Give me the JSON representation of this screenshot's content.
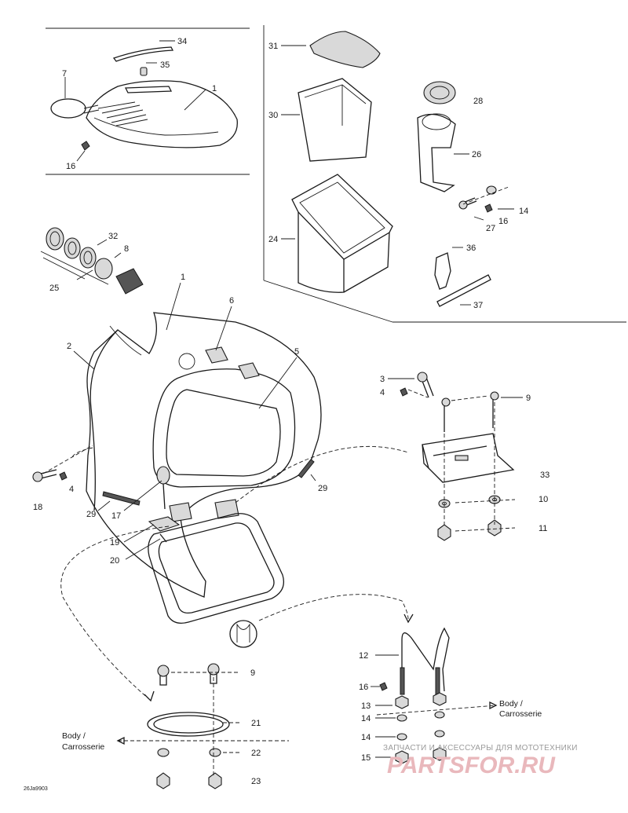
{
  "callouts": [
    "34",
    "35",
    "7",
    "1",
    "16",
    "31",
    "30",
    "28",
    "26",
    "14",
    "16",
    "27",
    "24",
    "36",
    "37",
    "32",
    "8",
    "25",
    "1",
    "6",
    "5",
    "2",
    "3",
    "4",
    "9",
    "33",
    "18",
    "4",
    "29",
    "29",
    "17",
    "19",
    "20",
    "10",
    "11",
    "12",
    "16",
    "13",
    "14",
    "14",
    "15",
    "9",
    "21",
    "22",
    "23"
  ],
  "body_labels": {
    "left_line1": "Body /",
    "left_line2": "Carrosserie",
    "right_line1": "Body /",
    "right_line2": "Carrosserie"
  },
  "watermark": {
    "text": "ЗАПЧАСТИ И АКСЕССУАРЫ ДЛЯ МОТОТЕХНИКИ",
    "logo": "PARTSFOR.RU"
  },
  "drawing_code": "26Ja9903"
}
